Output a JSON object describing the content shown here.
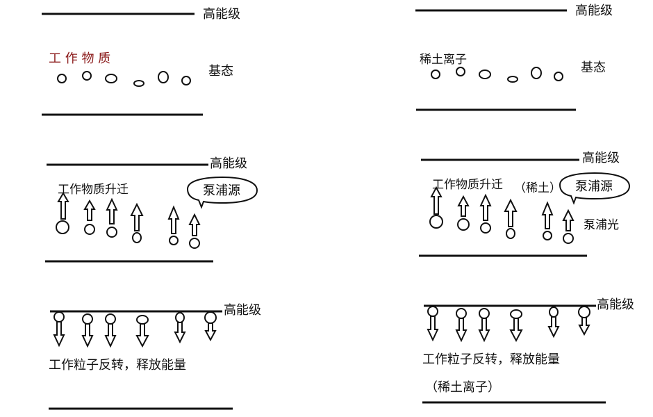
{
  "left": {
    "stage1": {
      "high_level": "高能级",
      "material": "工 作 物 质",
      "ground": "基态"
    },
    "stage2": {
      "high_level": "高能级",
      "transition": "工作物质升迁",
      "pump_source": "泵浦源"
    },
    "stage3": {
      "high_level": "高能级",
      "inversion": "工作粒子反转，释放能量"
    }
  },
  "right": {
    "stage1": {
      "high_level": "高能级",
      "material": "稀土离子",
      "ground": "基态"
    },
    "stage2": {
      "high_level": "高能级",
      "transition": "工作物质升迁",
      "note": "（稀土）",
      "pump_source": "泵浦源",
      "pump_light": "泵浦光"
    },
    "stage3": {
      "high_level": "高能级",
      "inversion": "工作粒子反转，释放能量",
      "note": "（稀土离子）"
    }
  },
  "colors": {
    "material_label": "#8b1a1a",
    "ink": "#111111"
  }
}
